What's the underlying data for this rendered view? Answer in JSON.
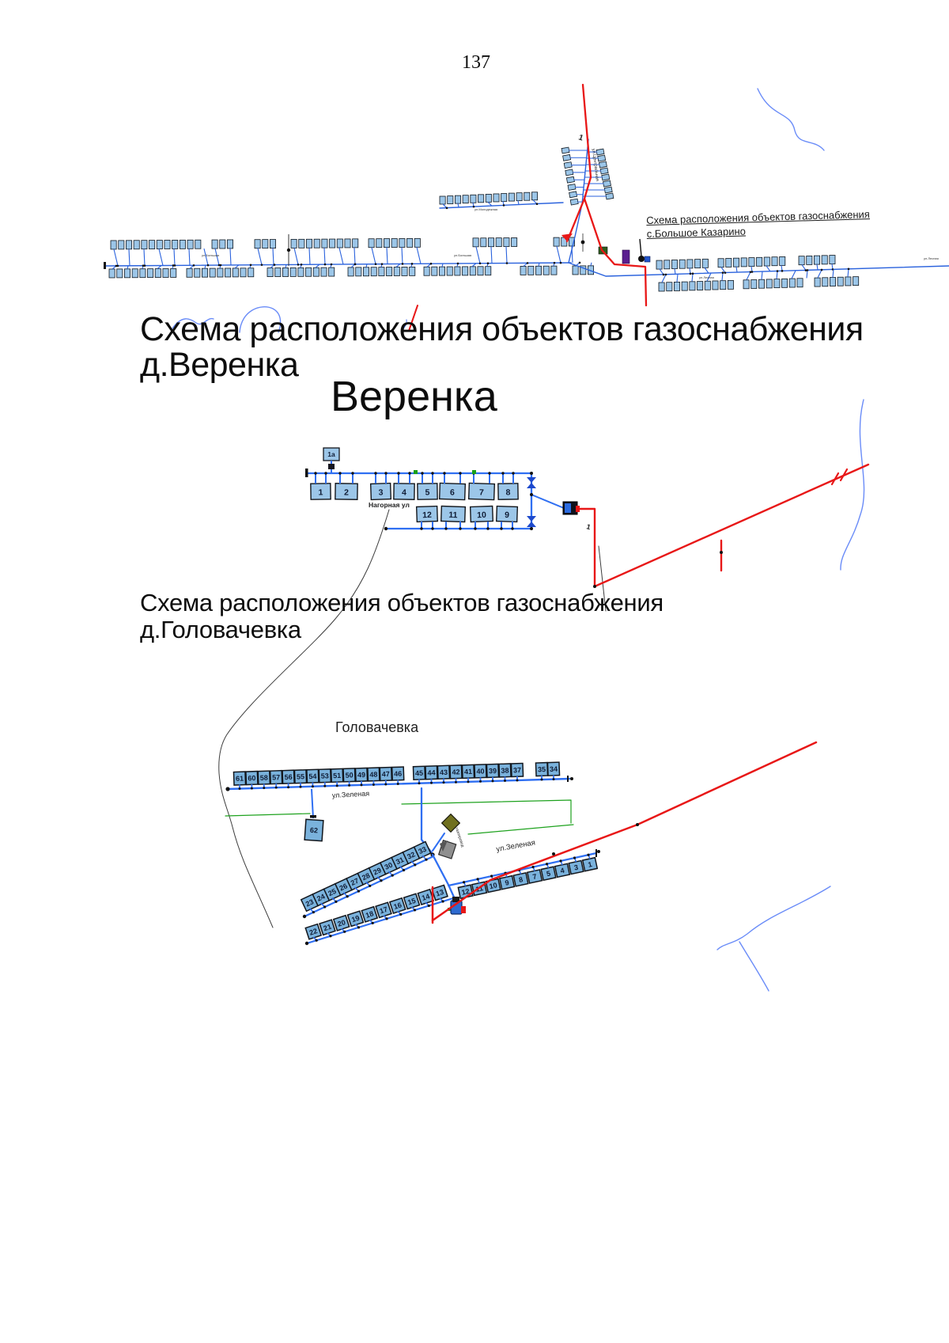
{
  "page_number": "137",
  "colors": {
    "pipeline_red": "#e81717",
    "network_blue": "#2a62dd",
    "network_blue_bright": "#2f6ff2",
    "house_fill": "#9cc6e8",
    "house_fill_dark": "#7ab2dc",
    "house_number_color": "#101d36",
    "green_line": "#1ea21e",
    "river_blue": "#6a8cf8",
    "boundary_gray": "#3c3c3c",
    "purple_object": "#5a1f8f",
    "olive_object": "#70701f",
    "gray_object": "#8f8f8f",
    "device_dark": "#10121c"
  },
  "map_kazarino": {
    "title_line1": "Схема расположения объектов газоснабжения",
    "title_line2": "с.Большое Казарино",
    "street_labels": {
      "left1": "ул.Большая",
      "left2": "ул.Большая",
      "middle": "ул.Молодежная",
      "vertical": "ул.Центральная",
      "right1": "ул.Лесная",
      "right2": "ул.Лесная"
    },
    "marker": "1"
  },
  "map_verenka": {
    "title_line1": "Схема расположения объектов газоснабжения",
    "title_line2": "д.Веренка",
    "big_label": "Веренка",
    "street_label": "Нагорная ул",
    "house_above": "1а",
    "houses_top": [
      "1",
      "2",
      "3",
      "4",
      "5",
      "6",
      "7",
      "8"
    ],
    "houses_bottom": [
      "12",
      "11",
      "10",
      "9"
    ],
    "marker": "1"
  },
  "map_golovachevka": {
    "title_line1": "Схема расположения объектов газоснабжения",
    "title_line2": "д.Головачевка",
    "village_label": "Головачевка",
    "street_label_1": "ул.Зеленая",
    "street_label_2": "ул.Зеленая",
    "houses_main_row_g1": [
      "61",
      "60",
      "58",
      "57",
      "56",
      "55",
      "54",
      "53",
      "51",
      "50",
      "49",
      "48",
      "47",
      "46"
    ],
    "houses_main_row_g2": [
      "45",
      "44",
      "43",
      "42",
      "41",
      "40",
      "39",
      "38",
      "37"
    ],
    "houses_main_row_g3": [
      "35",
      "34"
    ],
    "house_below": "62",
    "houses_diag_upper": [
      "33",
      "32",
      "31",
      "30",
      "29",
      "28",
      "27",
      "26",
      "25",
      "24",
      "23"
    ],
    "houses_diag_lower": [
      "13",
      "14",
      "15",
      "16",
      "17",
      "18",
      "19",
      "20",
      "21",
      "22"
    ],
    "houses_right_row": [
      "12",
      "11",
      "10",
      "9",
      "8",
      "7",
      "5",
      "4",
      "3",
      "1"
    ],
    "grp_label": "газопровод"
  }
}
